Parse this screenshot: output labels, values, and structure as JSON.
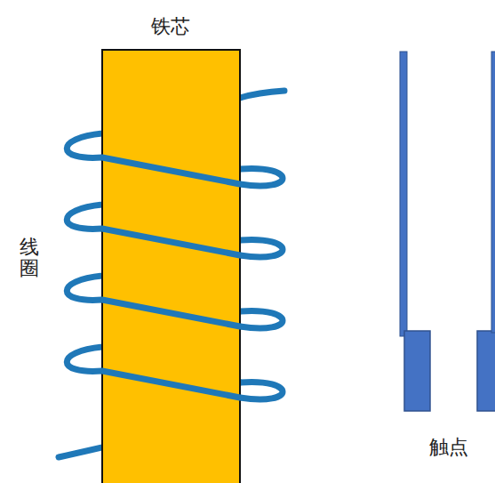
{
  "diagram": {
    "labels": [
      "铁芯",
      "线圈",
      "触点"
    ]
  }
}
